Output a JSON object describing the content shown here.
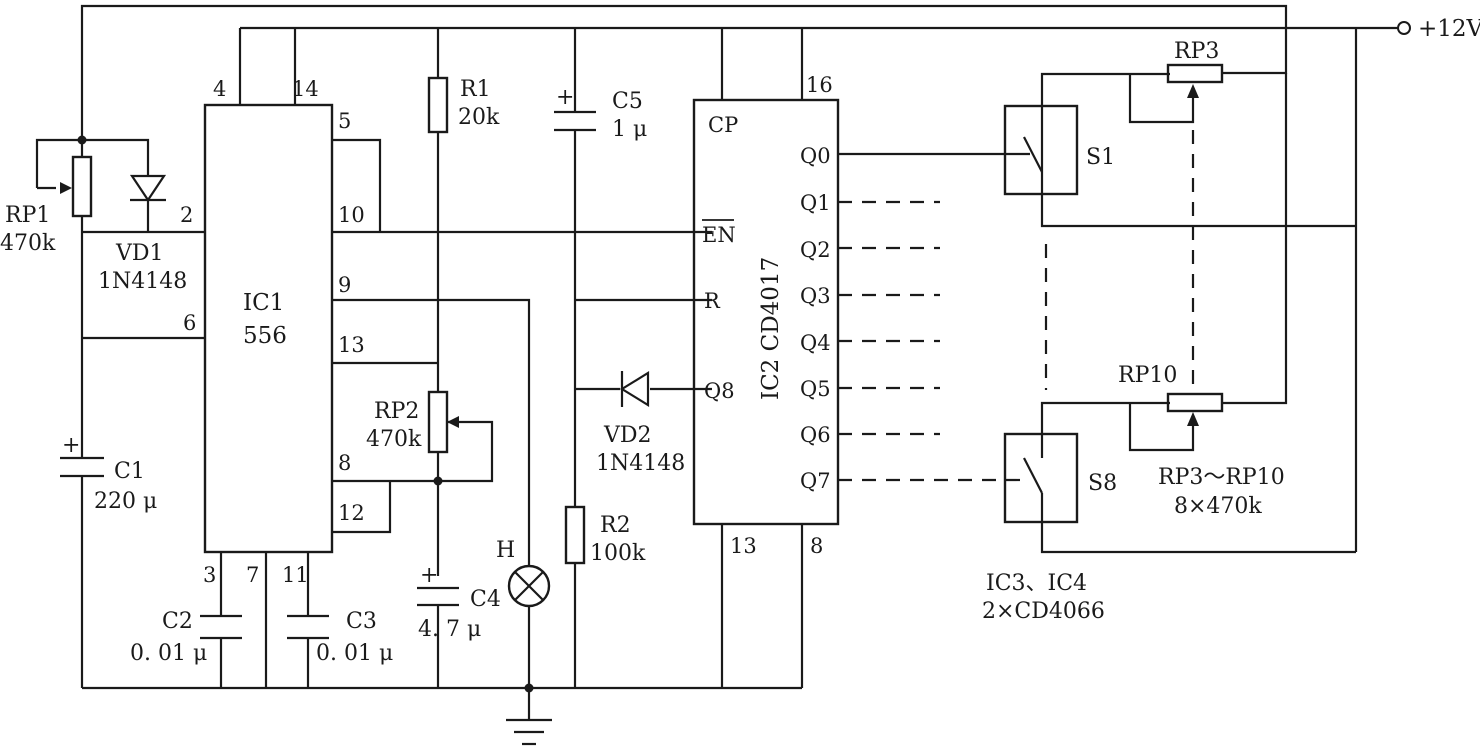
{
  "supply": {
    "label": "+12V"
  },
  "ic1": {
    "name": "IC1",
    "part": "556",
    "pins": {
      "p4": "4",
      "p14": "14",
      "p5": "5",
      "p2": "2",
      "p10": "10",
      "p9": "9",
      "p6": "6",
      "p13": "13",
      "p8": "8",
      "p12": "12",
      "p3": "3",
      "p7": "7",
      "p11": "11"
    }
  },
  "ic2": {
    "name": "IC2 CD4017",
    "pins": {
      "p16": "16",
      "p13": "13",
      "p8": "8",
      "cp": "CP",
      "en": "EN",
      "r": "R",
      "q8": "Q8",
      "q0": "Q0",
      "q1": "Q1",
      "q2": "Q2",
      "q3": "Q3",
      "q4": "Q4",
      "q5": "Q5",
      "q6": "Q6",
      "q7": "Q7"
    }
  },
  "components": {
    "rp1": {
      "name": "RP1",
      "value": "470k"
    },
    "vd1": {
      "name": "VD1",
      "value": "1N4148"
    },
    "r1": {
      "name": "R1",
      "value": "20k"
    },
    "c5": {
      "name": "C5",
      "value": "1 μ",
      "plus": "+"
    },
    "rp2": {
      "name": "RP2",
      "value": "470k"
    },
    "c1": {
      "name": "C1",
      "value": "220 μ",
      "plus": "+"
    },
    "c2": {
      "name": "C2",
      "value": "0. 01 μ"
    },
    "c3": {
      "name": "C3",
      "value": "0. 01 μ"
    },
    "c4": {
      "name": "C4",
      "value": "4. 7 μ",
      "plus": "+"
    },
    "lamp": {
      "name": "H"
    },
    "r2": {
      "name": "R2",
      "value": "100k"
    },
    "vd2": {
      "name": "VD2",
      "value": "1N4148"
    },
    "rp3": {
      "name": "RP3"
    },
    "rp10": {
      "name": "RP10"
    },
    "s1": {
      "name": "S1"
    },
    "s8": {
      "name": "S8"
    },
    "rp_note": {
      "line1": "RP3～RP10",
      "line2": "8×470k"
    },
    "ic34": {
      "line1": "IC3、IC4",
      "line2": "2×CD4066"
    }
  }
}
